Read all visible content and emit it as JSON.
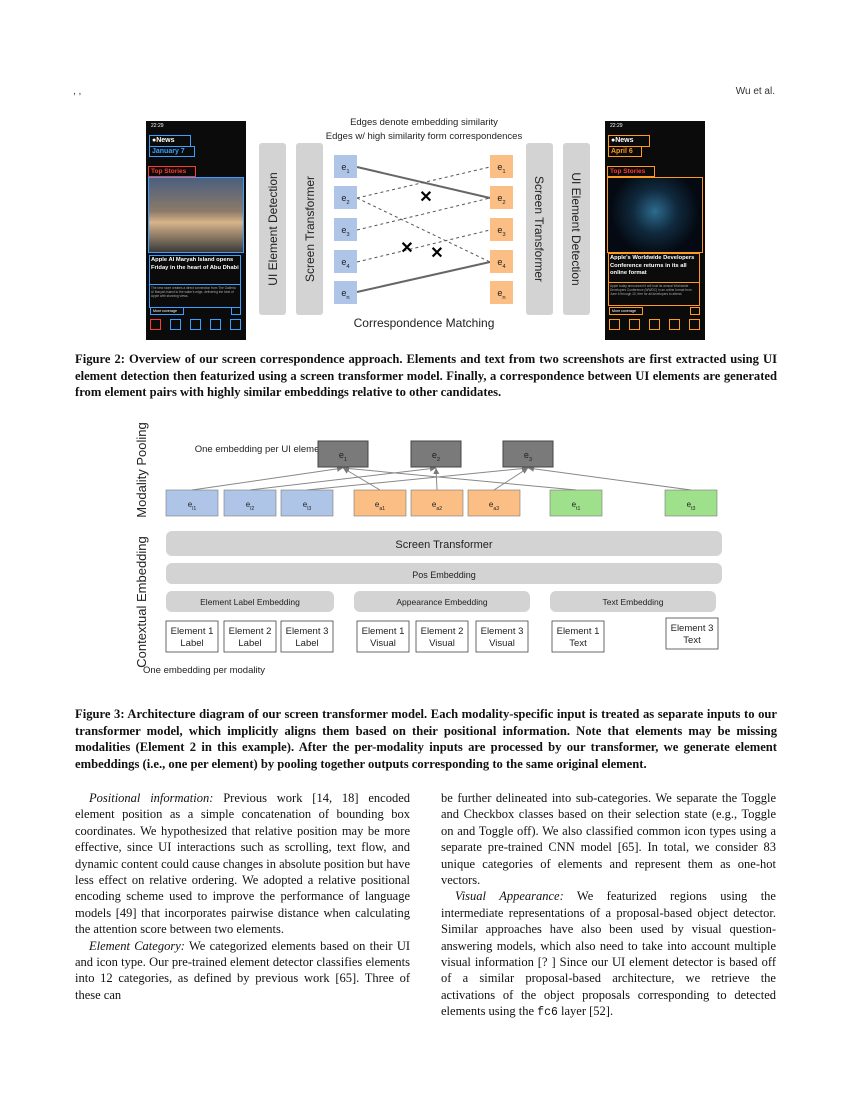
{
  "header": {
    "left": ", ,",
    "right": "Wu et al."
  },
  "figure2": {
    "title1": "Edges denote embedding similarity",
    "title2": "Edges w/ high similarity form correspondences",
    "bottom_label": "Correspondence Matching",
    "ui_detection": "UI Element Detection",
    "screen_transformer": "Screen Transformer",
    "left_nodes": [
      "e1",
      "e2",
      "e3",
      "e4",
      "en"
    ],
    "right_nodes": [
      "e1",
      "e2",
      "e3",
      "e4",
      "en"
    ],
    "left_phone": {
      "time": "22:29",
      "app": "News",
      "date": "January 7",
      "section": "Top Stories",
      "headline": "Apple AI Maryah Island opens Friday in the heart of Abu Dhabi",
      "body": "The new store creates a direct connection from The Galleria Al Maryah Island to the water's edge, delivering the best of Apple with stunning views.",
      "more": "More coverage"
    },
    "right_phone": {
      "time": "22:29",
      "app": "News",
      "date": "April 6",
      "section": "Top Stories",
      "headline": "Apple's Worldwide Developers Conference returns in its all online format",
      "body": "Apple today announced it will host its annual Worldwide Developers Conference (WWDC) in an online format from June 6 through 10, free for all developers to attend.",
      "more": "More coverage"
    },
    "caption": "Figure 2: Overview of our screen correspondence approach. Elements and text from two screenshots are first extracted using UI element detection then featurized using a screen transformer model. Finally, a correspondence between UI elements are generated from element pairs with highly similar embeddings relative to other candidates."
  },
  "figure3": {
    "side_top": "Modality Pooling",
    "side_bottom": "Contextual Embedding",
    "one_per_element": "One embedding per UI element",
    "one_per_modality": "One embedding per modality",
    "pooled": [
      "e1",
      "e2",
      "e3"
    ],
    "tokens_label": [
      "el1",
      "el2",
      "el3"
    ],
    "tokens_app": [
      "ea1",
      "ea2",
      "ea3"
    ],
    "tokens_text": [
      "et1",
      "et3"
    ],
    "screen_transformer": "Screen Transformer",
    "pos_embedding": "Pos Embedding",
    "label_embedding": "Element Label Embedding",
    "appearance_embedding": "Appearance Embedding",
    "text_embedding": "Text Embedding",
    "inputs_label": [
      "Element 1 Label",
      "Element 2 Label",
      "Element 3 Label"
    ],
    "inputs_visual": [
      "Element 1 Visual",
      "Element 2 Visual",
      "Element 3 Visual"
    ],
    "inputs_text": [
      "Element 1 Text",
      "Element 3 Text"
    ],
    "caption": "Figure 3: Architecture diagram of our screen transformer model. Each modality-specific input is treated as separate inputs to our transformer model, which implicitly aligns them based on their positional information. Note that elements may be missing modalities (Element 2 in this example). After the per-modality inputs are processed by our transformer, we generate element embeddings (i.e., one per element) by pooling together outputs corresponding to the same original element."
  },
  "body": {
    "left": {
      "p1_run": "Positional information:",
      "p1": " Previous work [14, 18] encoded element position as a simple concatenation of bounding box coordinates. We hypothesized that relative position may be more effective, since UI interactions such as scrolling, text flow, and dynamic content could cause changes in absolute position but have less effect on relative ordering. We adopted a relative positional encoding scheme used to improve the performance of language models [49] that incorporates pairwise distance when calculating the attention score between two elements.",
      "p2_run": "Element Category:",
      "p2": " We categorized elements based on their UI and icon type. Our pre-trained element detector classifies elements into 12 categories, as defined by previous work [65]. Three of these can"
    },
    "right": {
      "p1": "be further delineated into sub-categories. We separate the Toggle and Checkbox classes based on their selection state (e.g., Toggle on and Toggle off). We also classified common icon types using a separate pre-trained CNN model [65]. In total, we consider 83 unique categories of elements and represent them as one-hot vectors.",
      "p2_run": "Visual Appearance:",
      "p2a": " We featurized regions using the intermediate representations of a proposal-based object detector. Similar approaches have also been used by visual question-answering models, which also need to take into account multiple visual information [? ] Since our UI element detector is based off of a similar proposal-based architecture, we retrieve the activations of the object proposals corresponding to detected elements using the ",
      "p2_code": "fc6",
      "p2b": " layer [52]."
    }
  },
  "colors": {
    "blue": "#aec5e8",
    "orange": "#fbbf85",
    "green": "#9fe08d",
    "dark_gray": "#7a7a7a",
    "light_gray": "#d3d3d3",
    "box_cyan": "#3aa0ff",
    "box_orange": "#ff9a1f",
    "box_red": "#ff3b30"
  }
}
